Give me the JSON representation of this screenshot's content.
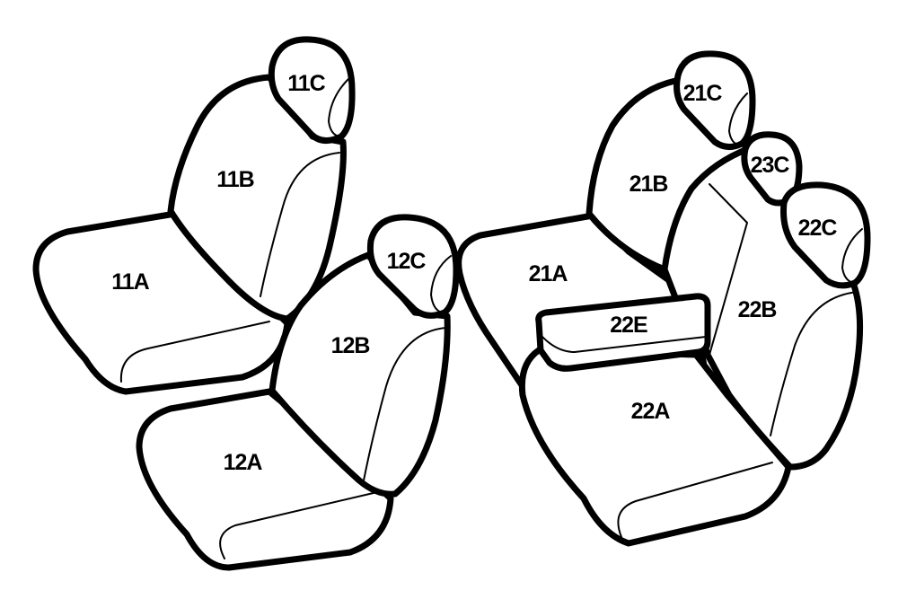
{
  "labels": {
    "11A": "11A",
    "11B": "11B",
    "11C": "11C",
    "12A": "12A",
    "12B": "12B",
    "12C": "12C",
    "21A": "21A",
    "21B": "21B",
    "21C": "21C",
    "22A": "22A",
    "22B": "22B",
    "22C": "22C",
    "22E": "22E",
    "23C": "23C"
  },
  "colors": {
    "outline": "#000000",
    "fill": "#ffffff"
  }
}
